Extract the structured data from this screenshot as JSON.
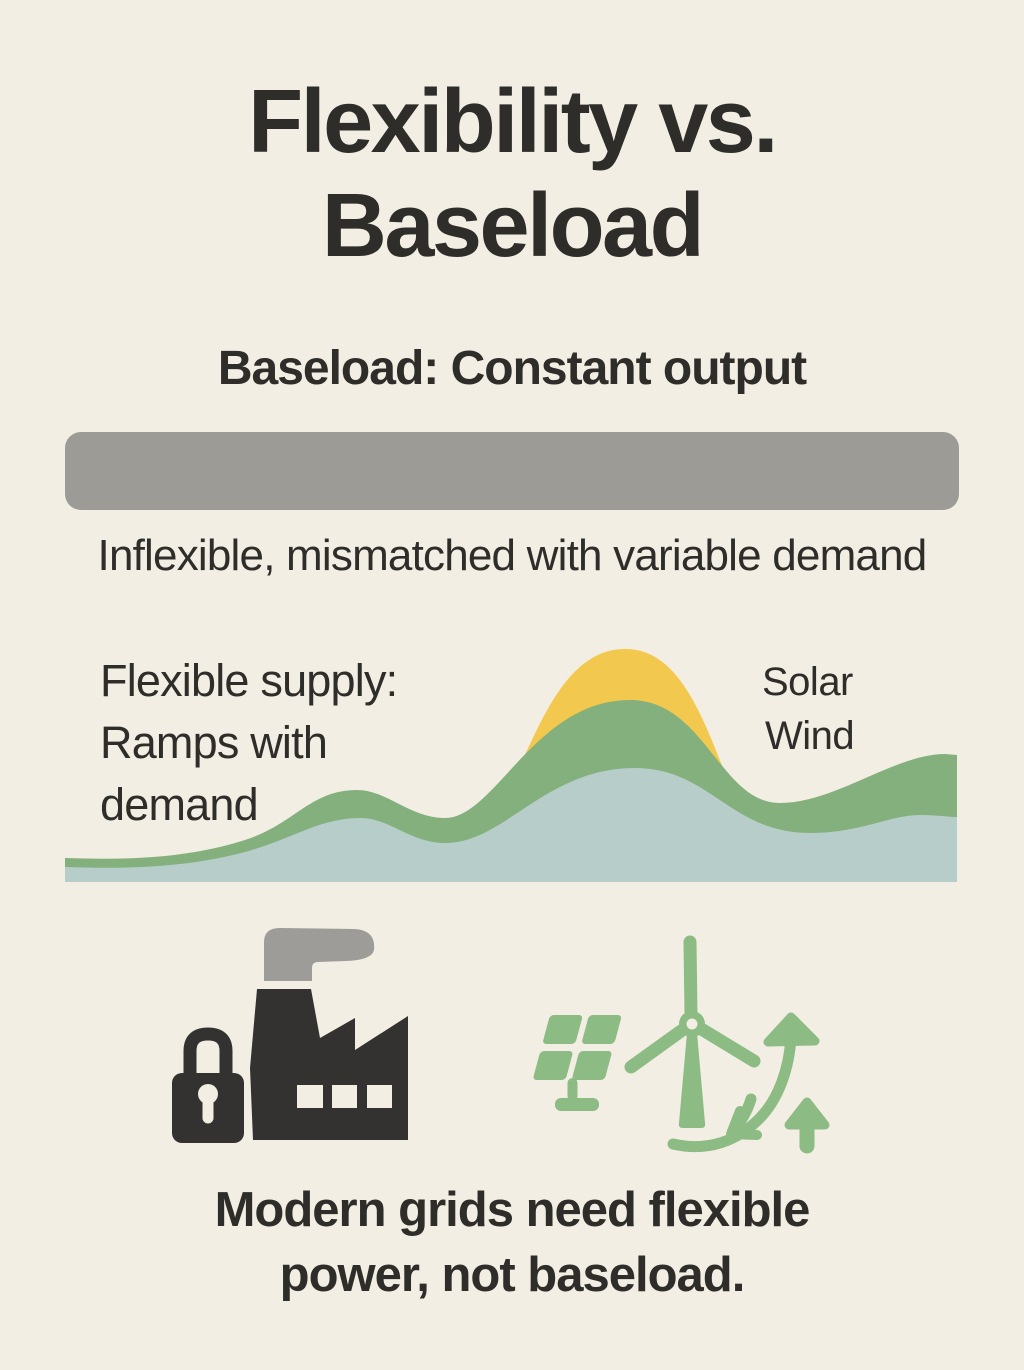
{
  "colors": {
    "background": "#F3EEE3",
    "ink": "#2E2D2A",
    "baseload_gray": "#9D9B96",
    "smoke_gray": "#9D9C99",
    "plant_dark": "#333231",
    "solar_yellow": "#F2C84E",
    "wind_green": "#83B07C",
    "demand_blue": "#B7CDC9",
    "icon_green": "#8CBB84",
    "window_cream": "#F3EEE3"
  },
  "title_lines": [
    "Flexibility vs.",
    "Baseload"
  ],
  "baseload": {
    "heading": "Baseload: Constant output",
    "caption": "Inflexible, mismatched with variable demand"
  },
  "flexible": {
    "label_lines": [
      "Flexible supply:",
      "Ramps with",
      "demand"
    ],
    "legend": [
      {
        "label": "Solar",
        "color": "#F2C84E"
      },
      {
        "label": "Wind",
        "color": "#83B07C"
      }
    ]
  },
  "icons": {
    "baseload_group": [
      "lock-icon",
      "factory-icon",
      "smoke-icon"
    ],
    "flexible_group": [
      "solar-panel-icon",
      "wind-turbine-icon",
      "ramp-up-arrow-icon",
      "growth-arrow-icon"
    ]
  },
  "footer_lines": [
    "Modern grids need flexible",
    "power, not baseload."
  ],
  "chart_data": {
    "type": "area",
    "title": "",
    "xlabel": "",
    "ylabel": "",
    "axes_visible": false,
    "grid": false,
    "legend_position": "right-inline",
    "legend": [
      "Solar",
      "Wind"
    ],
    "x_range_percent": [
      0,
      100
    ],
    "y_range_percent": [
      0,
      100
    ],
    "series": [
      {
        "name": "Solar",
        "color": "#F2C84E",
        "x": [
          40,
          48,
          56,
          63,
          70,
          76
        ],
        "y": [
          0,
          40,
          96,
          75,
          30,
          0
        ]
      },
      {
        "name": "Wind",
        "color": "#83B07C",
        "x": [
          0,
          20,
          33,
          43,
          63,
          80,
          99,
          100
        ],
        "y": [
          10,
          12,
          38,
          26,
          75,
          33,
          53,
          52
        ]
      },
      {
        "name": "Demand",
        "color": "#B7CDC9",
        "x": [
          0,
          20,
          33,
          43,
          64,
          84,
          96,
          100
        ],
        "y": [
          6,
          8,
          26,
          16,
          47,
          20,
          28,
          27
        ]
      }
    ]
  }
}
